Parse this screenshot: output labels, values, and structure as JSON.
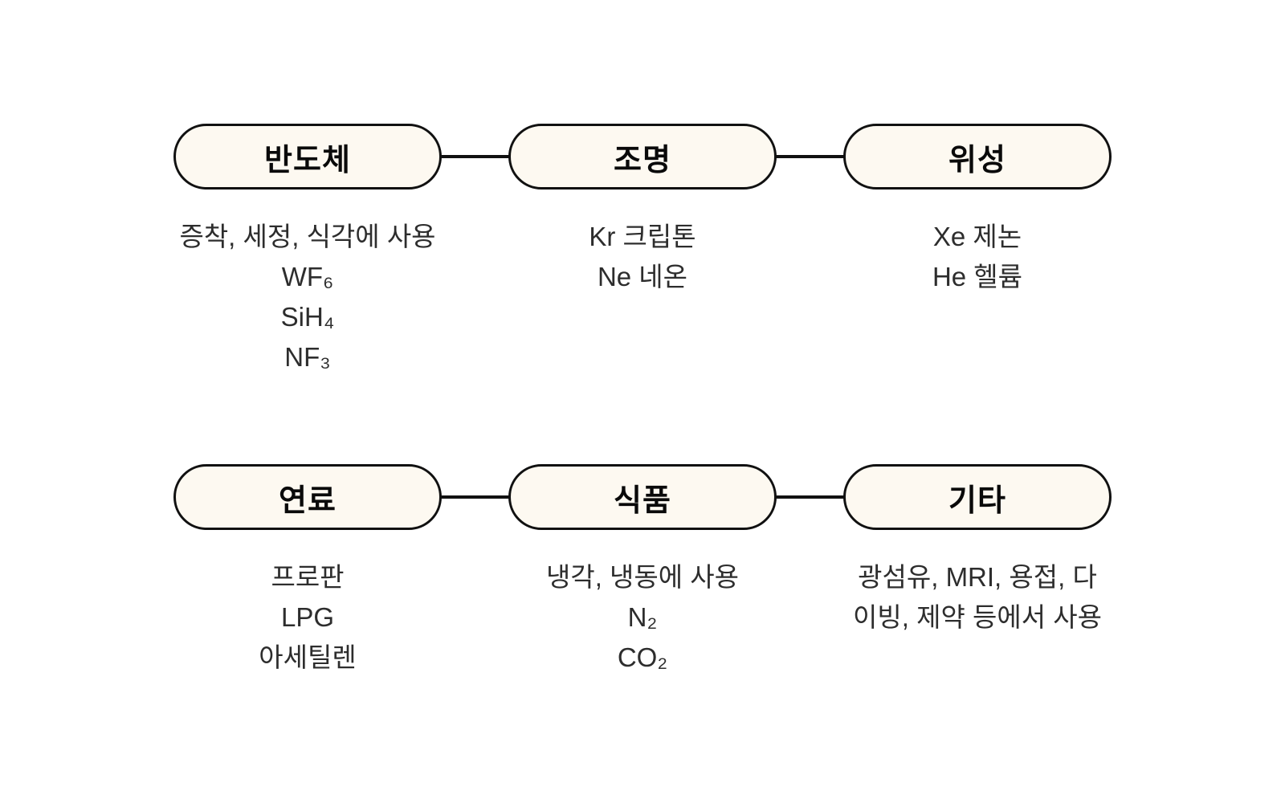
{
  "diagram": {
    "colors": {
      "background": "#FFFFFF",
      "node_fill": "#FDF9F1",
      "node_border": "#111111",
      "connector": "#111111",
      "title_text": "#0A0A0A",
      "detail_text": "#2D2D2D"
    },
    "rows": [
      {
        "nodes": [
          {
            "title": "반도체",
            "details": [
              "증착, 세정, 식각에 사용",
              "WF₆",
              "SiH₄",
              "NF₃"
            ]
          },
          {
            "title": "조명",
            "details": [
              "Kr 크립톤",
              "Ne 네온"
            ]
          },
          {
            "title": "위성",
            "details": [
              "Xe 제논",
              "He 헬륨"
            ]
          }
        ]
      },
      {
        "nodes": [
          {
            "title": "연료",
            "details": [
              "프로판",
              "LPG",
              "아세틸렌"
            ]
          },
          {
            "title": "식품",
            "details": [
              "냉각, 냉동에 사용",
              "N₂",
              "CO₂"
            ]
          },
          {
            "title": "기타",
            "details": [
              "광섬유, MRI, 용접, 다",
              "이빙, 제약 등에서 사용"
            ]
          }
        ]
      }
    ]
  }
}
